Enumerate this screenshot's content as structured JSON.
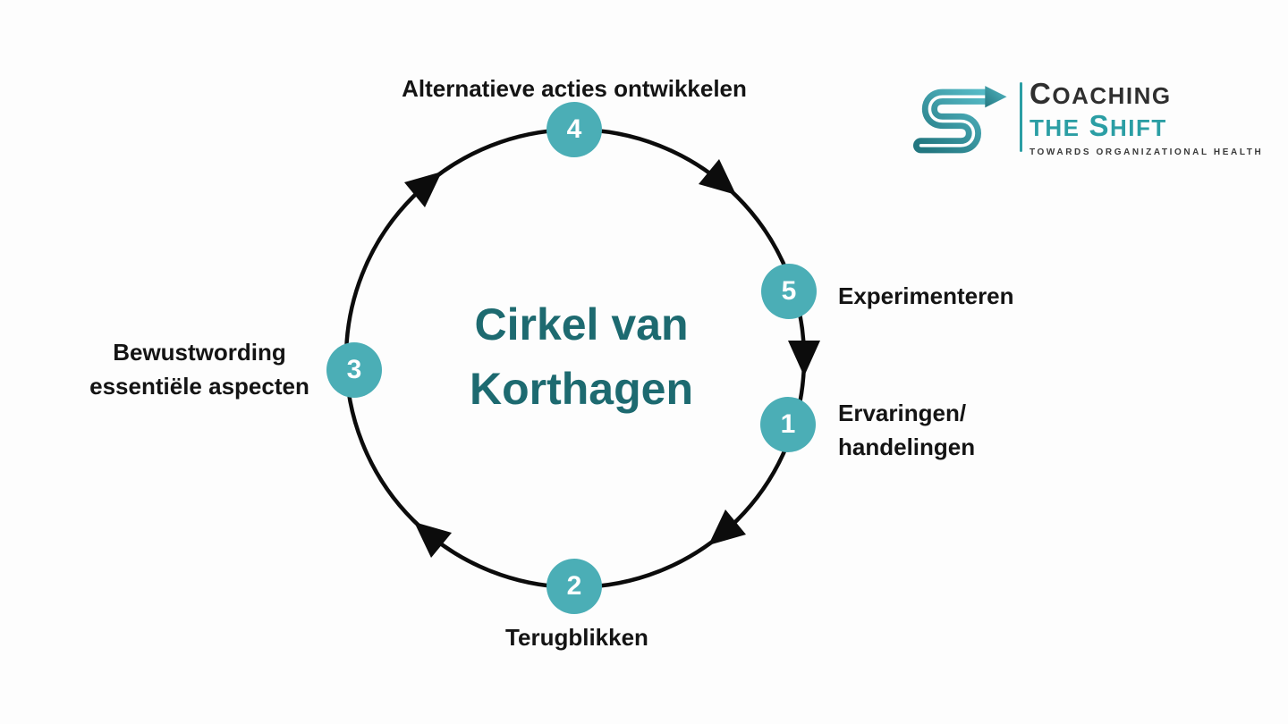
{
  "title": {
    "line1": "Cirkel van",
    "line2": "Korthagen"
  },
  "steps": [
    {
      "number": "1",
      "lines": [
        "Ervaringen/",
        "handelingen"
      ]
    },
    {
      "number": "2",
      "lines": [
        "Terugblikken"
      ]
    },
    {
      "number": "3",
      "lines": [
        "Bewustwording",
        "essentiële aspecten"
      ]
    },
    {
      "number": "4",
      "lines": [
        "Alternatieve acties ontwikkelen"
      ]
    },
    {
      "number": "5",
      "lines": [
        "Experimenteren"
      ]
    }
  ],
  "logo": {
    "coaching_initial": "C",
    "coaching_rest": "OACHING",
    "the": "THE",
    "shift_initial": "S",
    "shift_rest": "HIFT",
    "tagline": "TOWARDS ORGANIZATIONAL HEALTH"
  },
  "colors": {
    "node": "#4BAEB6",
    "title": "#1D6A70",
    "label": "#141414",
    "line": "#0C0C0C",
    "logo_dark": "#2F2F2F",
    "logo_teal": "#2B9EA4",
    "bg": "#FDFDFD",
    "logo_grad1": "#237780",
    "logo_grad2": "#55BAC6"
  }
}
